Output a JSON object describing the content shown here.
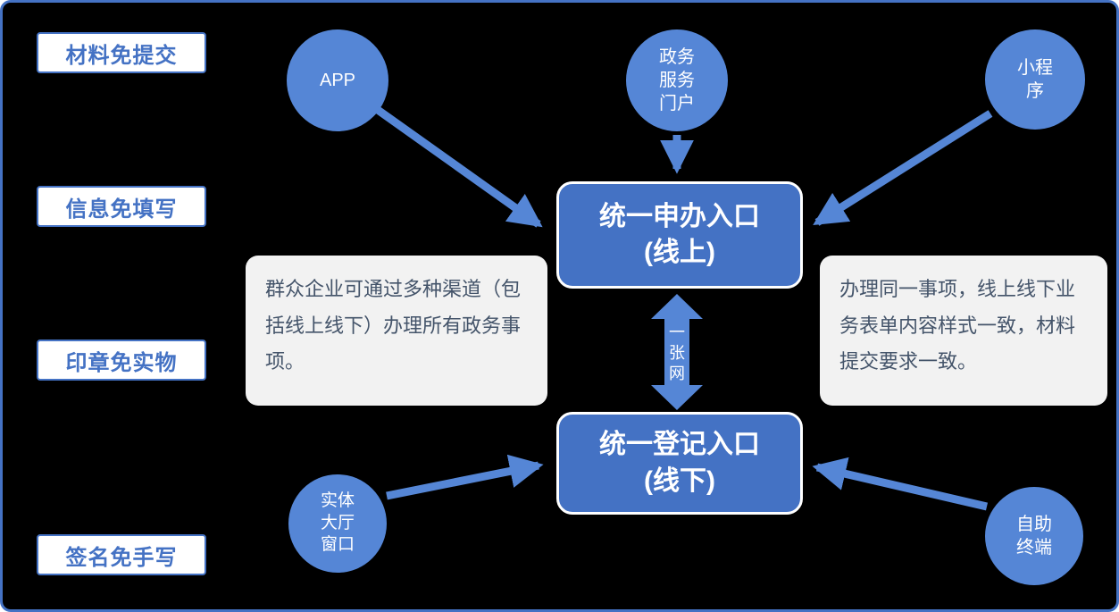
{
  "left_labels": [
    {
      "label": "材料免提交"
    },
    {
      "label": "信息免填写"
    },
    {
      "label": "印章免实物"
    },
    {
      "label": "签名免手写"
    }
  ],
  "circles": {
    "app": {
      "label": "APP"
    },
    "portal": {
      "lines": [
        "政务",
        "服务",
        "门户"
      ]
    },
    "miniprogram": {
      "lines": [
        "小程",
        "序"
      ]
    },
    "hall": {
      "lines": [
        "实体",
        "大厅",
        "窗口"
      ]
    },
    "terminal": {
      "lines": [
        "自助",
        "终端"
      ]
    }
  },
  "center": {
    "online_entry": {
      "title": "统一申办入口",
      "subtitle": "(线上)"
    },
    "offline_entry": {
      "title": "统一登记入口",
      "subtitle": "(线下)"
    },
    "connector": {
      "lines": [
        "一",
        "张",
        "网"
      ]
    }
  },
  "notes": {
    "left": "群众企业可通过多种渠道（包括线上线下）办理所有政务事项。",
    "right": "办理同一事项，线上线下业务表单内容样式一致，材料提交要求一致。"
  },
  "edges": [
    {
      "from": "APP",
      "to": "统一申办入口(线上)"
    },
    {
      "from": "政务服务门户",
      "to": "统一申办入口(线上)"
    },
    {
      "from": "小程序",
      "to": "统一申办入口(线上)"
    },
    {
      "from": "实体大厅窗口",
      "to": "统一登记入口(线下)"
    },
    {
      "from": "自助终端",
      "to": "统一登记入口(线下)"
    },
    {
      "from": "统一申办入口(线上)",
      "to": "统一登记入口(线下)",
      "bidirectional": true,
      "label": "一张网"
    }
  ],
  "colors": {
    "background": "#000000",
    "outer_border": "#4472C4",
    "node_blue": "#5586D6",
    "entry_box_blue": "#4472C4",
    "label_text_blue": "#4472C4",
    "note_background": "#F2F2F2",
    "note_text": "#44546A",
    "white": "#FFFFFF"
  }
}
